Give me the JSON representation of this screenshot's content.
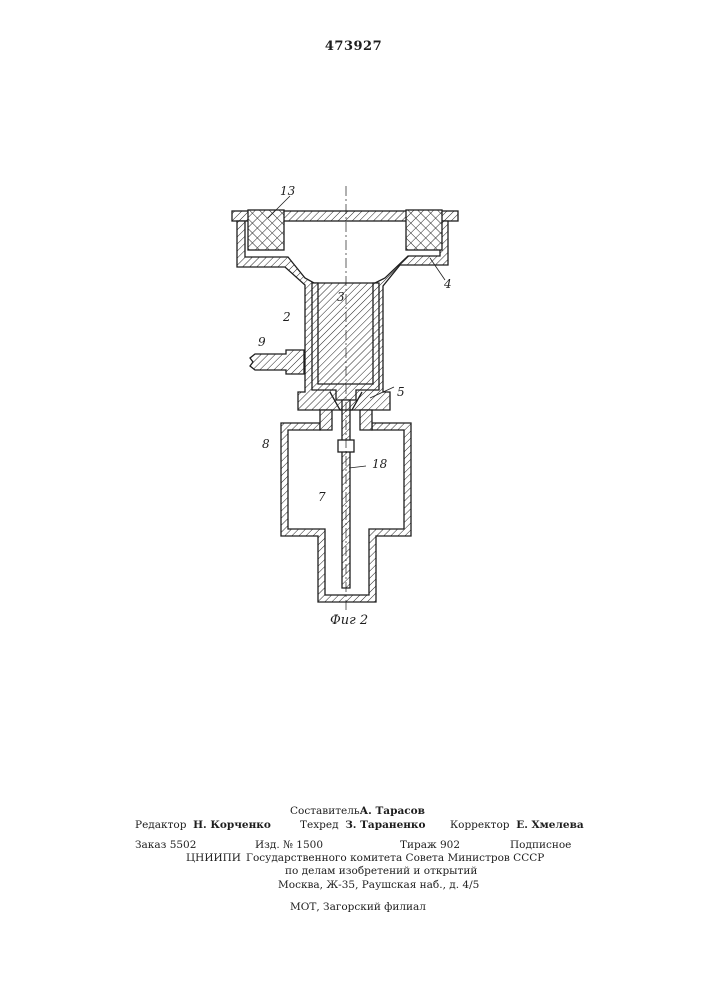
{
  "patent_number": "473927",
  "figure": {
    "caption": "Фиг 2",
    "labels": {
      "l13": "13",
      "l3": "3",
      "l2": "2",
      "l4": "4",
      "l9": "9",
      "l5": "5",
      "l8": "8",
      "l18": "18",
      "l7": "7"
    }
  },
  "imprint": {
    "compiler_prefix": "Составитель",
    "compiler_name": "А. Тарасов",
    "editor_role": "Редактор",
    "editor_name": "Н. Корченко",
    "techred_role": "Техред",
    "techred_name": "З. Тараненко",
    "corrector_role": "Корректор",
    "corrector_name": "Е. Хмелева",
    "order": "Заказ 5502",
    "edition": "Изд. № 1500",
    "circulation": "Тираж 902",
    "subscription": "Подписное",
    "org_short": "ЦНИИПИ",
    "org_line1": "Государственного комитета Совета Министров СССР",
    "org_line2": "по делам изобретений и открытий",
    "address": "Москва, Ж-35, Раушская наб., д. 4/5",
    "printer": "МОТ, Загорский филиал"
  }
}
